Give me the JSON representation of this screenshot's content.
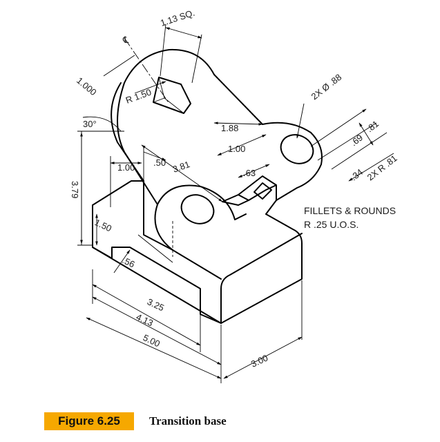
{
  "figure": {
    "label": "Figure 6.25",
    "caption": "Transition base"
  },
  "dimensions": {
    "sq": "1.13 SQ.",
    "cl": "℄",
    "r150": "R 1.50",
    "d1000": "1.000",
    "angle30": "30°",
    "d379": "3.79",
    "d100a": "1.00",
    "d050": ".50",
    "d381": "3.81",
    "d188": "1.88",
    "d100b": "1.00",
    "d063": ".63",
    "hole": "2X Ø .88",
    "d069": ".69",
    "d081": ".81",
    "d034": ".34",
    "r081": "2X R .81",
    "d150": "1.50",
    "d056": ".56",
    "d325": "3.25",
    "d413": "4.13",
    "d500": "5.00",
    "d300": "3.00"
  },
  "notes": {
    "line1": "FILLETS & ROUNDS",
    "line2": "R .25 U.O.S."
  }
}
